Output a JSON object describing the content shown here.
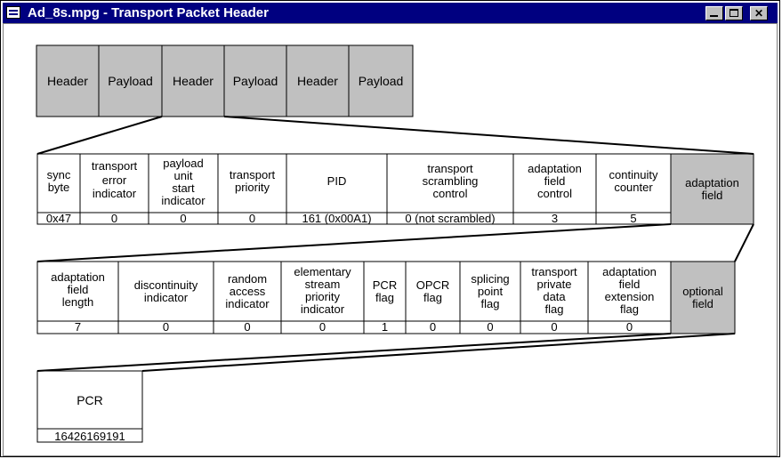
{
  "window": {
    "title": "Ad_8s.mpg - Transport Packet Header"
  },
  "packet_stream": {
    "segments": [
      "Header",
      "Payload",
      "Header",
      "Payload",
      "Header",
      "Payload"
    ]
  },
  "transport_header": {
    "fields": [
      {
        "label": [
          "sync",
          "byte"
        ],
        "value": "0x47"
      },
      {
        "label": [
          "transport",
          "error",
          "indicator"
        ],
        "value": "0"
      },
      {
        "label": [
          "payload",
          "unit",
          "start",
          "indicator"
        ],
        "value": "0"
      },
      {
        "label": [
          "transport",
          "priority"
        ],
        "value": "0"
      },
      {
        "label": [
          "PID"
        ],
        "value": "161 (0x00A1)"
      },
      {
        "label": [
          "transport",
          "scrambling",
          "control"
        ],
        "value": "0 (not scrambled)"
      },
      {
        "label": [
          "adaptation",
          "field",
          "control"
        ],
        "value": "3"
      },
      {
        "label": [
          "continuity",
          "counter"
        ],
        "value": "5"
      },
      {
        "label": [
          "adaptation",
          "field"
        ],
        "value": ""
      }
    ]
  },
  "adaptation_field": {
    "fields": [
      {
        "label": [
          "adaptation",
          "field",
          "length"
        ],
        "value": "7"
      },
      {
        "label": [
          "discontinuity",
          "indicator"
        ],
        "value": "0"
      },
      {
        "label": [
          "random",
          "access",
          "indicator"
        ],
        "value": "0"
      },
      {
        "label": [
          "elementary",
          "stream",
          "priority",
          "indicator"
        ],
        "value": "0"
      },
      {
        "label": [
          "PCR",
          "flag"
        ],
        "value": "1"
      },
      {
        "label": [
          "OPCR",
          "flag"
        ],
        "value": "0"
      },
      {
        "label": [
          "splicing",
          "point",
          "flag"
        ],
        "value": "0"
      },
      {
        "label": [
          "transport",
          "private",
          "data",
          "flag"
        ],
        "value": "0"
      },
      {
        "label": [
          "adaptation",
          "field",
          "extension",
          "flag"
        ],
        "value": "0"
      },
      {
        "label": [
          "optional",
          "field"
        ],
        "value": ""
      }
    ]
  },
  "optional_field": {
    "fields": [
      {
        "label": [
          "PCR"
        ],
        "value": "16426169191"
      }
    ]
  },
  "colors": {
    "titlebar": "#000080",
    "highlight": "#c0c0c0"
  }
}
